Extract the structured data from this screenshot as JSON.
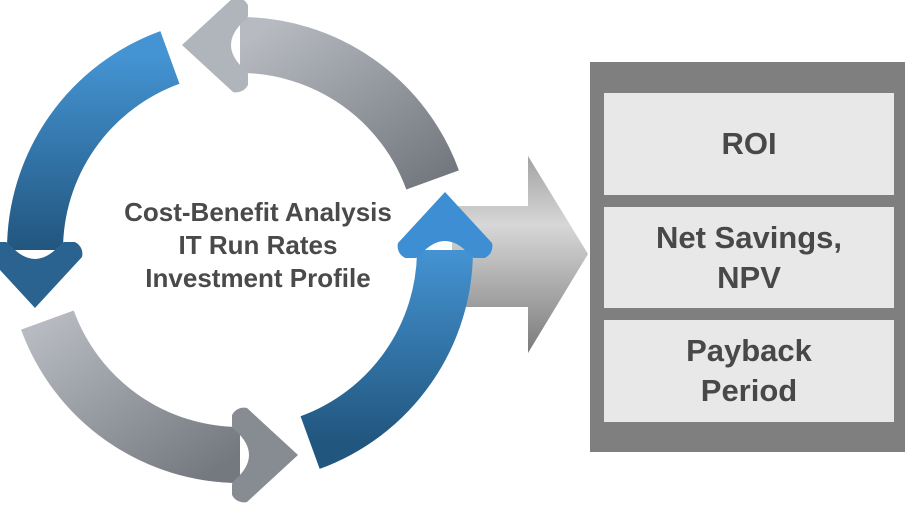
{
  "cycle": {
    "label_lines": [
      "Cost-Benefit Analysis",
      "IT Run Rates",
      "Investment Profile"
    ],
    "direction": "counterclockwise",
    "arrows": [
      {
        "position": "top",
        "color": "gray"
      },
      {
        "position": "left",
        "color": "blue"
      },
      {
        "position": "bottom",
        "color": "gray"
      },
      {
        "position": "right",
        "color": "blue"
      }
    ]
  },
  "flow_arrow": {
    "direction": "right"
  },
  "results_panel": {
    "items": [
      {
        "id": "roi",
        "lines": [
          "ROI"
        ]
      },
      {
        "id": "net-savings-npv",
        "lines": [
          "Net Savings,",
          "NPV"
        ]
      },
      {
        "id": "payback-period",
        "lines": [
          "Payback",
          "Period"
        ]
      }
    ]
  },
  "colors": {
    "background": "#ffffff",
    "blue_light": "#4493d2",
    "blue_dark": "#21567e",
    "blue_head_up": "#3e8ed3",
    "blue_head_down": "#2b6390",
    "gray_light": "#b7bbc1",
    "gray_dark": "#74787f",
    "gray_head_left": "#b0b4bb",
    "gray_head_right": "#878b92",
    "flow_edge": "#a2a2a2",
    "flow_light": "#d7d7d7",
    "flow_dark": "#7b7b7b",
    "panel_bg": "#7f7f7f",
    "item_bg": "#e8e8e8",
    "text_dark": "#4a4a4a"
  }
}
